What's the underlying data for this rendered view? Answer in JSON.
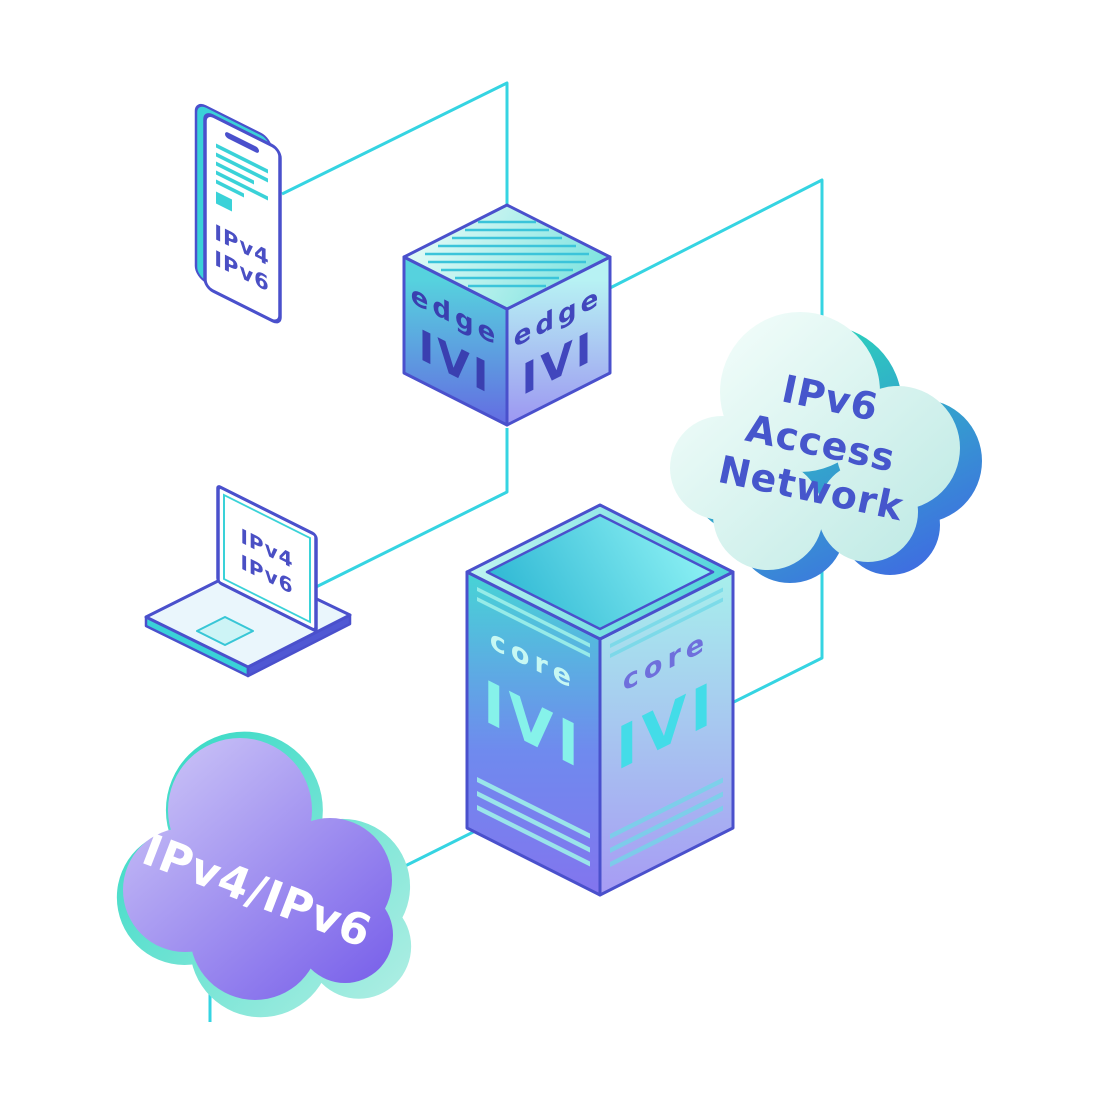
{
  "nodes": {
    "phone": {
      "screen_lines": [
        "IPv4",
        "IPv6"
      ]
    },
    "laptop": {
      "screen_lines": [
        "IPv4",
        "IPv6"
      ]
    },
    "edge_router": {
      "role_label": "edge",
      "brand_label": "IVI"
    },
    "core_router": {
      "role_label": "core",
      "brand_label": "IVI"
    },
    "ipv6_access_cloud": {
      "label_lines": [
        "IPv6",
        "Access",
        "Network"
      ]
    },
    "ipv4_ipv6_cloud": {
      "label": "IPv4/IPv6"
    }
  },
  "palette": {
    "connector": "#35d4e2",
    "outline": "#4a50cc",
    "accent_teal": "#3ad2d8",
    "device_text": "#4a4fc4",
    "edge_face_text": "#3a3fb0",
    "access_cloud_text": "#4656cc",
    "transit_cloud_text": "#ffffff",
    "background": "#ffffff"
  }
}
